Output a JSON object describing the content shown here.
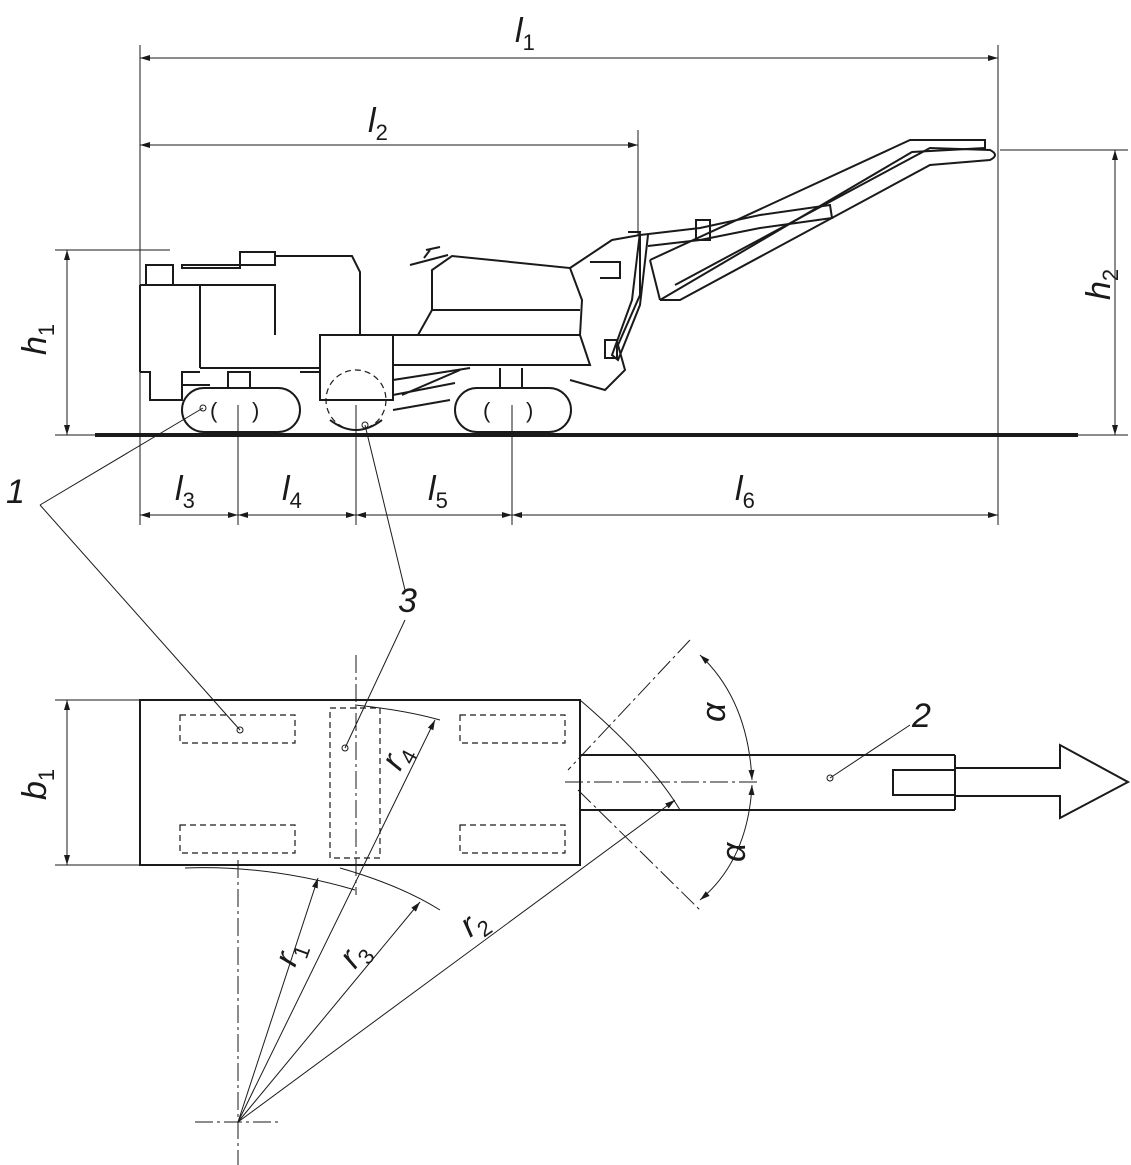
{
  "side_view": {
    "dimensions": {
      "l1": {
        "base": "l",
        "sub": "1"
      },
      "l2": {
        "base": "l",
        "sub": "2"
      },
      "l3": {
        "base": "l",
        "sub": "3"
      },
      "l4": {
        "base": "l",
        "sub": "4"
      },
      "l5": {
        "base": "l",
        "sub": "5"
      },
      "l6": {
        "base": "l",
        "sub": "6"
      },
      "h1": {
        "base": "h",
        "sub": "1"
      },
      "h2": {
        "base": "h",
        "sub": "2"
      }
    },
    "callouts": {
      "c1": "1",
      "c3": "3"
    }
  },
  "top_view": {
    "dimensions": {
      "b1": {
        "base": "b",
        "sub": "1"
      },
      "r1": {
        "base": "r",
        "sub": "1"
      },
      "r2": {
        "base": "r",
        "sub": "2"
      },
      "r3": {
        "base": "r",
        "sub": "3"
      },
      "r4": {
        "base": "r",
        "sub": "4"
      },
      "alpha_top": "α",
      "alpha_bottom": "α"
    },
    "callouts": {
      "c2": "2"
    }
  }
}
